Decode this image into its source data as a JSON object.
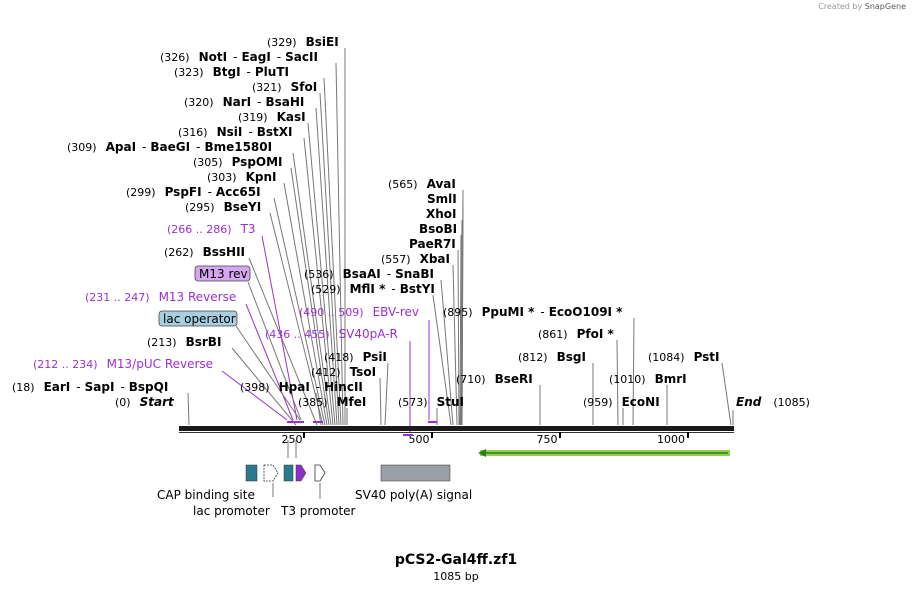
{
  "credit": {
    "prefix": "Created by",
    "brand": "SnapGene"
  },
  "map": {
    "name": "pCS2-Gal4ff.zf1",
    "length_label": "1085 bp"
  },
  "ruler": {
    "ticks": [
      250,
      500,
      750,
      1000
    ]
  },
  "sites": [
    {
      "pos": "(329)",
      "names": [
        "BsiEI"
      ]
    },
    {
      "pos": "(326)",
      "names": [
        "NotI",
        "EagI",
        "SacII"
      ]
    },
    {
      "pos": "(323)",
      "names": [
        "BtgI",
        "PluTI"
      ]
    },
    {
      "pos": "(321)",
      "names": [
        "SfoI"
      ]
    },
    {
      "pos": "(320)",
      "names": [
        "NarI",
        "BsaHI"
      ]
    },
    {
      "pos": "(319)",
      "names": [
        "KasI"
      ]
    },
    {
      "pos": "(316)",
      "names": [
        "NsiI",
        "BstXI"
      ]
    },
    {
      "pos": "(309)",
      "names": [
        "ApaI",
        "BaeGI",
        "Bme1580I"
      ]
    },
    {
      "pos": "(305)",
      "names": [
        "PspOMI"
      ]
    },
    {
      "pos": "(303)",
      "names": [
        "KpnI"
      ]
    },
    {
      "pos": "(299)",
      "names": [
        "PspFI",
        "Acc65I"
      ]
    },
    {
      "pos": "(295)",
      "names": [
        "BseYI"
      ]
    },
    {
      "pos": "(262)",
      "names": [
        "BssHII"
      ]
    },
    {
      "pos": "(213)",
      "names": [
        "BsrBI"
      ]
    },
    {
      "pos": "(18)",
      "names": [
        "EarI",
        "SapI",
        "BspQI"
      ]
    },
    {
      "pos": "(398)",
      "names": [
        "HpaI",
        "HincII"
      ]
    },
    {
      "pos": "(385)",
      "names": [
        "MfeI"
      ]
    },
    {
      "pos": "(412)",
      "names": [
        "TsoI"
      ]
    },
    {
      "pos": "(418)",
      "names": [
        "PsiI"
      ]
    },
    {
      "pos": "(529)",
      "names": [
        "MflI *",
        "BstYI"
      ]
    },
    {
      "pos": "(536)",
      "names": [
        "BsaAI",
        "SnaBI"
      ]
    },
    {
      "pos": "(557)",
      "names": [
        "XbaI"
      ]
    },
    {
      "pos": "",
      "names": [
        "PaeR7I"
      ]
    },
    {
      "pos": "",
      "names": [
        "BsoBI"
      ]
    },
    {
      "pos": "",
      "names": [
        "XhoI"
      ]
    },
    {
      "pos": "",
      "names": [
        "SmlI"
      ]
    },
    {
      "pos": "(565)",
      "names": [
        "AvaI"
      ]
    },
    {
      "pos": "(573)",
      "names": [
        "StuI"
      ]
    },
    {
      "pos": "(710)",
      "names": [
        "BseRI"
      ]
    },
    {
      "pos": "(895)",
      "names": [
        "PpuMI *",
        "EcoO109I *"
      ]
    },
    {
      "pos": "(861)",
      "names": [
        "PfoI *"
      ]
    },
    {
      "pos": "(812)",
      "names": [
        "BsgI"
      ]
    },
    {
      "pos": "(1010)",
      "names": [
        "BmrI"
      ]
    },
    {
      "pos": "(959)",
      "names": [
        "EcoNI"
      ]
    },
    {
      "pos": "(1084)",
      "names": [
        "PstI"
      ]
    }
  ],
  "ends": [
    {
      "pos": "(0)",
      "name": "Start"
    },
    {
      "name": "End",
      "pos": "(1085)"
    }
  ],
  "primers": [
    {
      "range": "(266 .. 286)",
      "name": "T3"
    },
    {
      "range": "(231 .. 247)",
      "name": "M13 Reverse"
    },
    {
      "range": "(212 .. 234)",
      "name": "M13/pUC Reverse"
    },
    {
      "range": "(490 .. 509)",
      "name": "EBV-rev"
    },
    {
      "range": "(436 .. 455)",
      "name": "SV40pA-R"
    }
  ],
  "boxed_features": [
    {
      "name": "M13 rev",
      "color": "#d7a6f0"
    },
    {
      "name": "lac operator",
      "color": "#a8cfe0"
    }
  ],
  "features": [
    {
      "name": "CAP binding site",
      "color": "#2b7a8f"
    },
    {
      "name": "lac promoter",
      "color": "#ffffff"
    },
    {
      "name": "T3 promoter",
      "color": "#ffffff"
    },
    {
      "name": "SV40 poly(A) signal",
      "color": "#9aa0a8"
    }
  ],
  "colors": {
    "primer": "#9b30d0",
    "orf_fill": "#8fd14f",
    "orf_arrow": "#2f7d1a",
    "line": "#777777"
  }
}
